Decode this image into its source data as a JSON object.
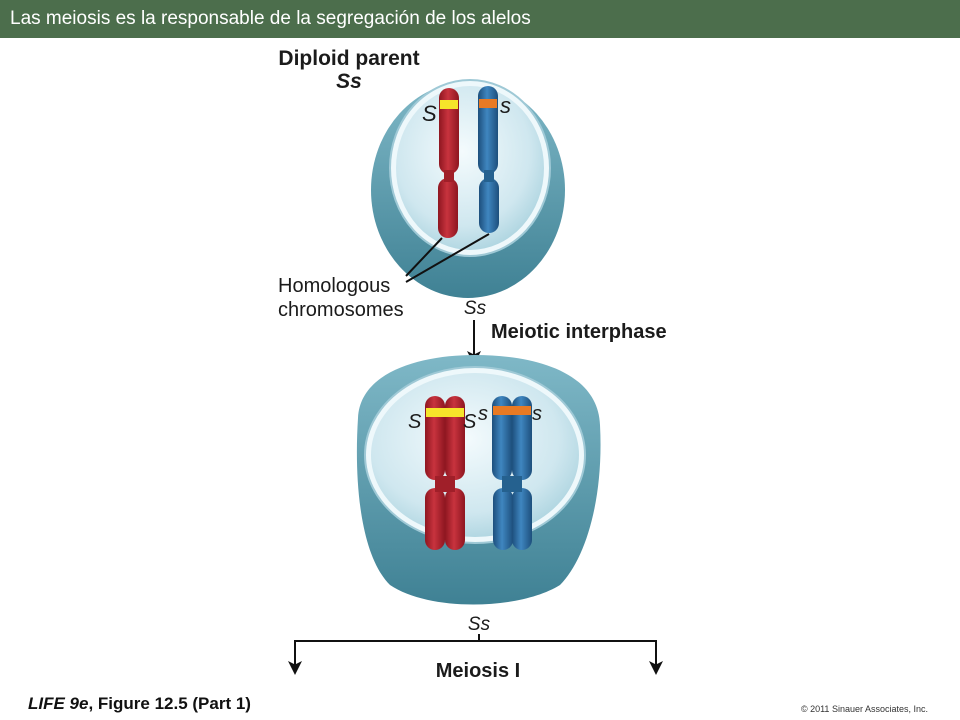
{
  "header": {
    "title": "Las meiosis es la responsable de la segregación de los alelos"
  },
  "diagram": {
    "top_cell": {
      "title": "Diploid parent",
      "genotype": "Ss",
      "allele_left": "S",
      "allele_right": "s"
    },
    "homologous_label_line1": "Homologous",
    "homologous_label_line2": "chromosomes",
    "interphase": {
      "genotype": "Ss",
      "label": "Meiotic interphase"
    },
    "bottom_cell": {
      "allele_1": "S",
      "allele_2": "S",
      "allele_3": "s",
      "allele_4": "s"
    },
    "meiosis": {
      "genotype": "Ss",
      "label": "Meiosis I"
    },
    "colors": {
      "cell_outer": "#5c9cae",
      "cell_inner": "#d8eef4",
      "chromosome_red": "#b52530",
      "chromosome_blue": "#2e72a8",
      "band_yellow": "#f6e52a",
      "band_orange": "#e87a24"
    }
  },
  "footer": {
    "figure_book": "LIFE 9e",
    "figure_ref": ", Figure 12.5 (Part 1)",
    "copyright": "© 2011 Sinauer Associates, Inc."
  }
}
